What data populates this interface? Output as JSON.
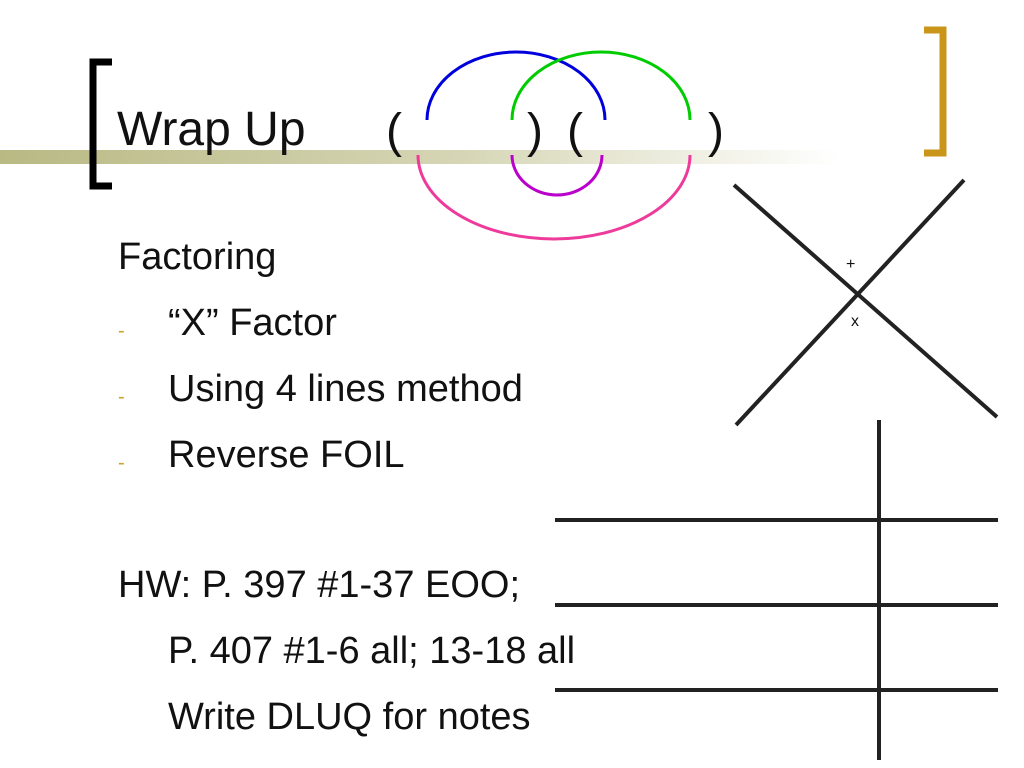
{
  "slide": {
    "title": "Wrap Up",
    "parens": [
      "(",
      ")",
      "(",
      ")"
    ],
    "heading": "Factoring",
    "bullets": [
      {
        "marker": "-",
        "text": "“X” Factor"
      },
      {
        "marker": "-",
        "text": "Using 4 lines method"
      },
      {
        "marker": "-",
        "text": "Reverse FOIL"
      }
    ],
    "homework": [
      "HW: P. 397  #1-37 EOO;",
      "P. 407  #1-6 all; 13-18 all",
      "Write DLUQ for notes"
    ],
    "x_diagram": {
      "top_label": "+",
      "bottom_label": "x"
    }
  },
  "colors": {
    "title_bar": "#b9b984",
    "left_bracket": "#000000",
    "right_bracket": "#c9961a",
    "arc_blue": "#0000dd",
    "arc_green": "#00cc00",
    "arc_magenta": "#bb00cc",
    "arc_pink": "#ee3a9a",
    "bullet": "#c9a227"
  }
}
